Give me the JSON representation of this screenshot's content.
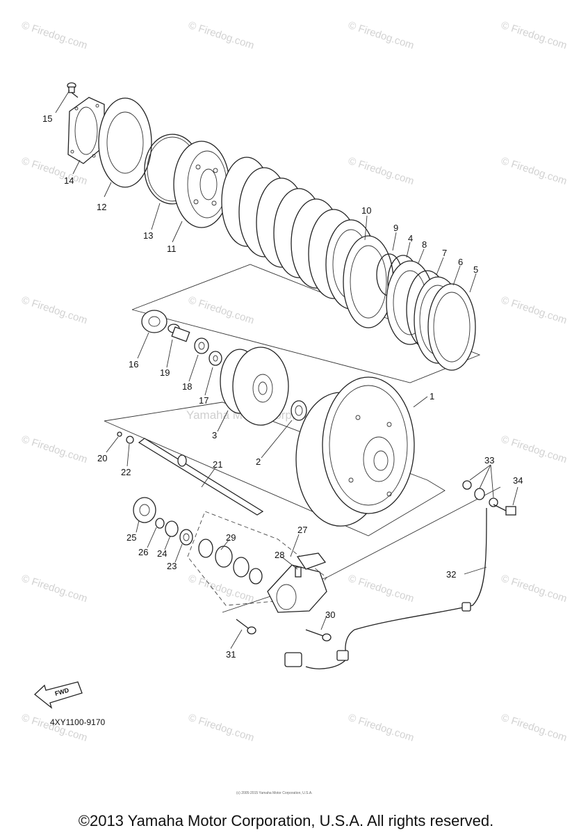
{
  "diagram_code": "4XY1100-9170",
  "fwd_label": "FWD",
  "watermark": "© Firedog.com",
  "center_watermark": "Yamaha Motor Corp, U.S.A.",
  "small_copyright": "(c) 2005-2015 Yamaha Motor Corporation, U.S.A.",
  "footer": "©2013 Yamaha Motor Corporation, U.S.A. All rights reserved.",
  "callouts": {
    "c1": "1",
    "c2": "2",
    "c3": "3",
    "c4": "4",
    "c5": "5",
    "c6": "6",
    "c7": "7",
    "c8": "8",
    "c9": "9",
    "c10": "10",
    "c11": "11",
    "c12": "12",
    "c13": "13",
    "c14": "14",
    "c15": "15",
    "c16": "16",
    "c17": "17",
    "c18": "18",
    "c19": "19",
    "c20": "20",
    "c21": "21",
    "c22": "22",
    "c23": "23",
    "c24": "24",
    "c25": "25",
    "c26": "26",
    "c27": "27",
    "c28": "28",
    "c29": "29",
    "c30": "30",
    "c31": "31",
    "c32": "32",
    "c33": "33",
    "c34": "34"
  }
}
